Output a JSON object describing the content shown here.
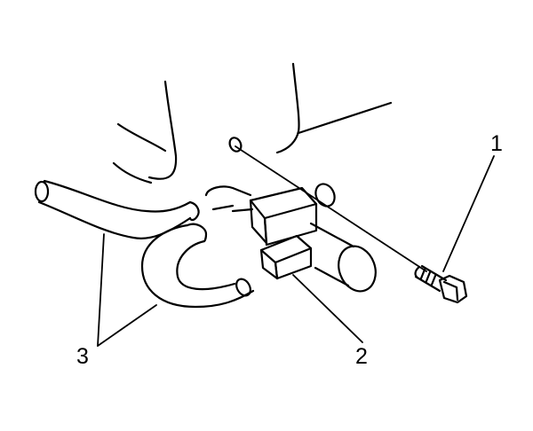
{
  "callouts": {
    "c1": "1",
    "c2": "2",
    "c3": "3"
  },
  "colors": {
    "ink": "#000000",
    "paper": "#ffffff"
  },
  "parts": {
    "bolt": "bolt-icon",
    "valve": "solenoid-valve-icon",
    "hoses": "vacuum-hose-icon"
  }
}
